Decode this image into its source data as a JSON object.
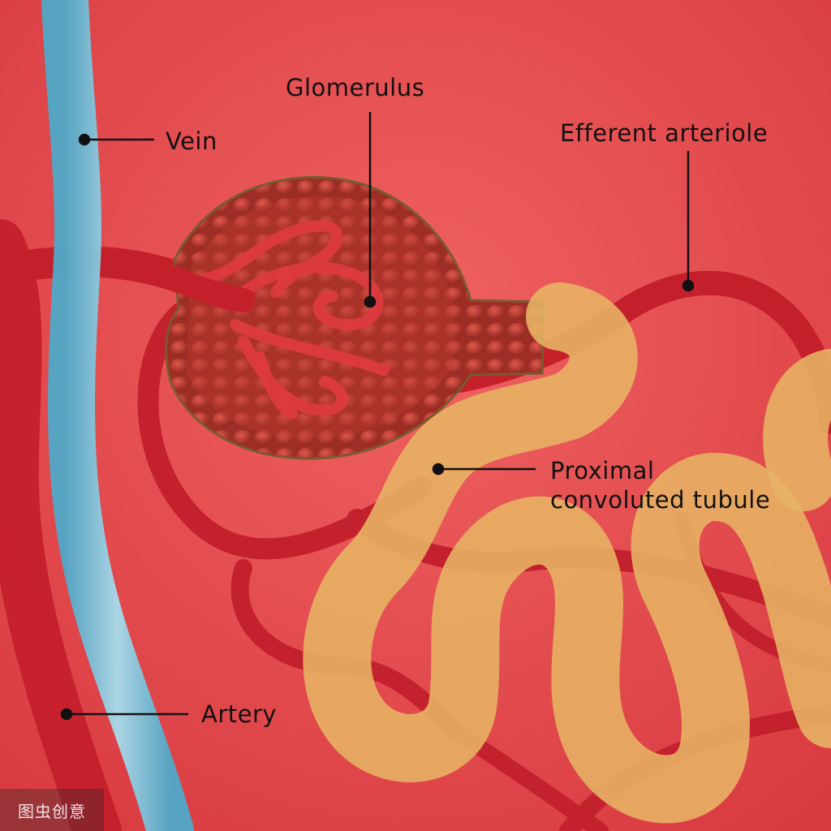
{
  "labels": {
    "glomerulus": "Glomerulus",
    "vein": "Vein",
    "efferent_arteriole": "Efferent arteriole",
    "proximal_tubule_line1": "Proximal",
    "proximal_tubule_line2": "convoluted tubule",
    "artery": "Artery"
  },
  "watermark": "图虫创意",
  "colors": {
    "tissue": "#e8474a",
    "vessel_red": "#c4202c",
    "vein_blue": "#7fc6dc",
    "tubule": "#e9b86a",
    "capsule": "#a83a2e"
  }
}
